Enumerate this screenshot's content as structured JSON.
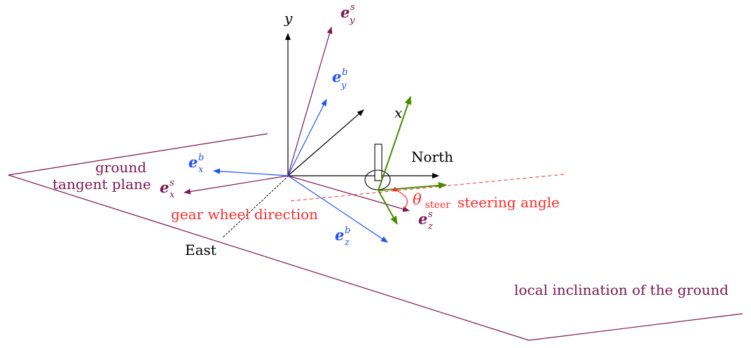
{
  "colors": {
    "black": "#000000",
    "maroon": "#7a1650",
    "blue": "#1f4fff",
    "green": "#4a8a00",
    "red": "#ff2a2a"
  },
  "labels": {
    "y_axis": "y",
    "x_axis": "x",
    "north": "North",
    "east": "East",
    "ground_tangent_plane_line1": "ground",
    "ground_tangent_plane_line2": "tangent plane",
    "gear_wheel_direction": "gear wheel direction",
    "local_inclination": "local inclination of the ground",
    "theta_symbol": "θ",
    "theta_subscript": "steer",
    "steering_angle": "steering angle"
  },
  "vectors": {
    "e_y_s": {
      "base": "e",
      "superscript": "s",
      "subscript": "y"
    },
    "e_y_b": {
      "base": "e",
      "superscript": "b",
      "subscript": "y"
    },
    "e_x_b": {
      "base": "e",
      "superscript": "b",
      "subscript": "x"
    },
    "e_x_s": {
      "base": "e",
      "superscript": "s",
      "subscript": "x"
    },
    "e_z_b": {
      "base": "e",
      "superscript": "b",
      "subscript": "z"
    },
    "e_z_s": {
      "base": "e",
      "superscript": "s",
      "subscript": "z"
    }
  }
}
